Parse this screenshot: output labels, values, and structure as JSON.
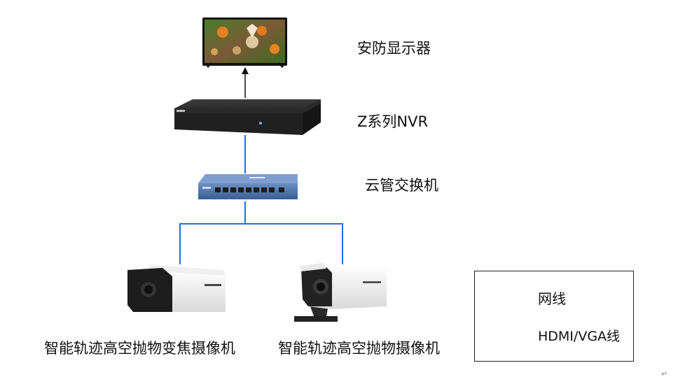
{
  "nodes": {
    "monitor": {
      "label": "安防显示器"
    },
    "nvr": {
      "label": "Z系列NVR"
    },
    "switch": {
      "label": "云管交换机"
    },
    "camera_left": {
      "label": "智能轨迹高空抛物变焦摄像机"
    },
    "camera_right": {
      "label": "智能轨迹高空抛物摄像机"
    }
  },
  "legend": {
    "network": {
      "label": "网线",
      "color": "#1e6fe0"
    },
    "hdmi": {
      "label": "HDMI/VGA线",
      "color": "#111111"
    }
  },
  "colors": {
    "network_line": "#1e6fe0",
    "arrow": "#111111"
  },
  "icons": [
    "monitor-icon",
    "nvr-icon",
    "switch-icon",
    "bullet-camera-icon"
  ],
  "return_mark": "↵"
}
